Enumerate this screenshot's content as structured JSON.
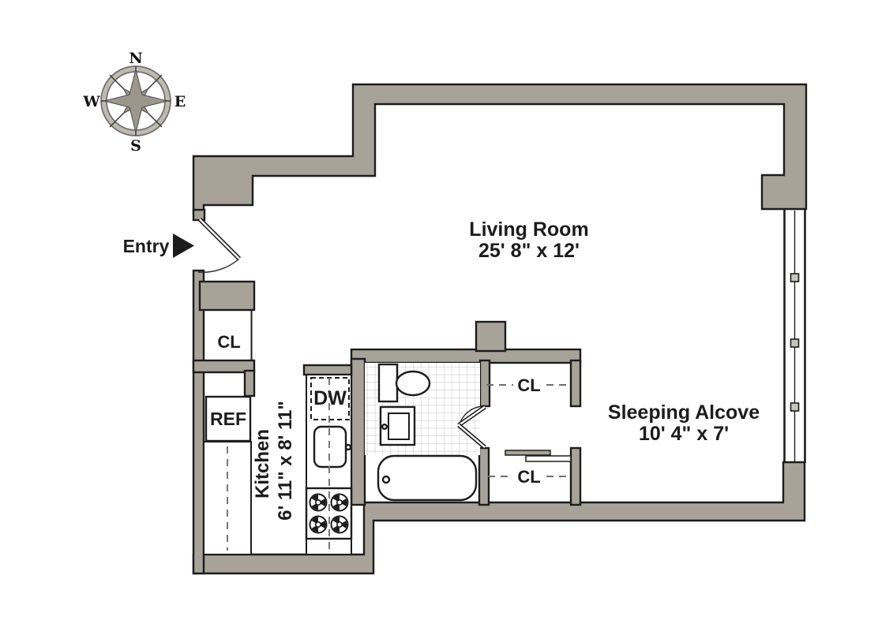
{
  "colors": {
    "wall": "#a7a399",
    "outline": "#1c1c1c",
    "background": "#ffffff",
    "tile_line": "#c2c2c2",
    "dash_line": "#6f6f6f",
    "compass_star": "#9b978c"
  },
  "compass": {
    "north": "N",
    "east": "E",
    "south": "S",
    "west": "W"
  },
  "entry": {
    "label": "Entry"
  },
  "rooms": {
    "living_room": {
      "name": "Living Room",
      "dimensions": "25' 8\" x 12'"
    },
    "sleeping_alcove": {
      "name": "Sleeping Alcove",
      "dimensions": "10' 4\" x 7'"
    },
    "kitchen": {
      "name": "Kitchen",
      "dimensions": "6' 11\" x 8' 11\""
    }
  },
  "closets": {
    "entry_closet": "CL",
    "alcove_upper_closet": "CL",
    "alcove_lower_closet": "CL"
  },
  "appliances": {
    "refrigerator": "REF",
    "dishwasher": "DW"
  }
}
